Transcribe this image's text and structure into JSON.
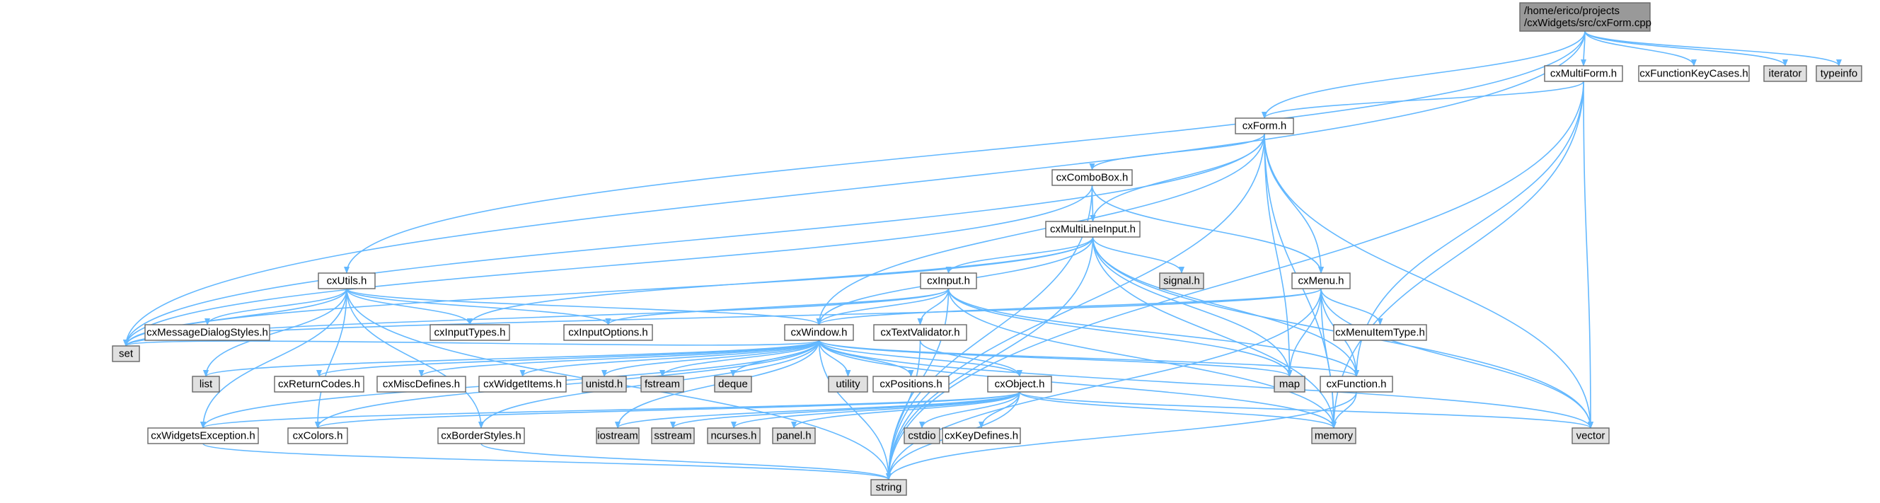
{
  "diagram": {
    "kind": "include-dependency-graph",
    "colors": {
      "root_fill": "#999999",
      "local_fill": "#ffffff",
      "system_fill": "#e0e0e0",
      "border": "#666666",
      "edge": "#63b8ff"
    },
    "nodes": [
      {
        "id": "cxForm.cpp",
        "lines": [
          "/home/erico/projects",
          "/cxWidgets/src/cxForm.cpp"
        ],
        "kind": "root"
      },
      {
        "id": "cxMultiForm.h",
        "lines": [
          "cxMultiForm.h"
        ],
        "kind": "local"
      },
      {
        "id": "cxFunctionKeyCases.h",
        "lines": [
          "cxFunctionKeyCases.h"
        ],
        "kind": "local"
      },
      {
        "id": "iterator",
        "lines": [
          "iterator"
        ],
        "kind": "system"
      },
      {
        "id": "typeinfo",
        "lines": [
          "typeinfo"
        ],
        "kind": "system"
      },
      {
        "id": "cxForm.h",
        "lines": [
          "cxForm.h"
        ],
        "kind": "local"
      },
      {
        "id": "cxComboBox.h",
        "lines": [
          "cxComboBox.h"
        ],
        "kind": "local"
      },
      {
        "id": "cxMultiLineInput.h",
        "lines": [
          "cxMultiLineInput.h"
        ],
        "kind": "local"
      },
      {
        "id": "signal.h",
        "lines": [
          "signal.h"
        ],
        "kind": "system"
      },
      {
        "id": "cxMenu.h",
        "lines": [
          "cxMenu.h"
        ],
        "kind": "local"
      },
      {
        "id": "cxUtils.h",
        "lines": [
          "cxUtils.h"
        ],
        "kind": "local"
      },
      {
        "id": "cxInput.h",
        "lines": [
          "cxInput.h"
        ],
        "kind": "local"
      },
      {
        "id": "cxMessageDialogStyles.h",
        "lines": [
          "cxMessageDialogStyles.h"
        ],
        "kind": "local"
      },
      {
        "id": "cxInputTypes.h",
        "lines": [
          "cxInputTypes.h"
        ],
        "kind": "local"
      },
      {
        "id": "cxInputOptions.h",
        "lines": [
          "cxInputOptions.h"
        ],
        "kind": "local"
      },
      {
        "id": "cxWindow.h",
        "lines": [
          "cxWindow.h"
        ],
        "kind": "local"
      },
      {
        "id": "cxTextValidator.h",
        "lines": [
          "cxTextValidator.h"
        ],
        "kind": "local"
      },
      {
        "id": "cxMenuItemType.h",
        "lines": [
          "cxMenuItemType.h"
        ],
        "kind": "local"
      },
      {
        "id": "set",
        "lines": [
          "set"
        ],
        "kind": "system"
      },
      {
        "id": "list",
        "lines": [
          "list"
        ],
        "kind": "system"
      },
      {
        "id": "cxReturnCodes.h",
        "lines": [
          "cxReturnCodes.h"
        ],
        "kind": "local"
      },
      {
        "id": "cxMiscDefines.h",
        "lines": [
          "cxMiscDefines.h"
        ],
        "kind": "local"
      },
      {
        "id": "cxWidgetItems.h",
        "lines": [
          "cxWidgetItems.h"
        ],
        "kind": "local"
      },
      {
        "id": "unistd.h",
        "lines": [
          "unistd.h"
        ],
        "kind": "system"
      },
      {
        "id": "fstream",
        "lines": [
          "fstream"
        ],
        "kind": "system"
      },
      {
        "id": "deque",
        "lines": [
          "deque"
        ],
        "kind": "system"
      },
      {
        "id": "utility",
        "lines": [
          "utility"
        ],
        "kind": "system"
      },
      {
        "id": "cxPositions.h",
        "lines": [
          "cxPositions.h"
        ],
        "kind": "local"
      },
      {
        "id": "cxObject.h",
        "lines": [
          "cxObject.h"
        ],
        "kind": "local"
      },
      {
        "id": "map",
        "lines": [
          "map"
        ],
        "kind": "system"
      },
      {
        "id": "cxFunction.h",
        "lines": [
          "cxFunction.h"
        ],
        "kind": "local"
      },
      {
        "id": "memory",
        "lines": [
          "memory"
        ],
        "kind": "system"
      },
      {
        "id": "vector",
        "lines": [
          "vector"
        ],
        "kind": "system"
      },
      {
        "id": "cxWidgetsException.h",
        "lines": [
          "cxWidgetsException.h"
        ],
        "kind": "local"
      },
      {
        "id": "cxColors.h",
        "lines": [
          "cxColors.h"
        ],
        "kind": "local"
      },
      {
        "id": "cxBorderStyles.h",
        "lines": [
          "cxBorderStyles.h"
        ],
        "kind": "local"
      },
      {
        "id": "iostream",
        "lines": [
          "iostream"
        ],
        "kind": "system"
      },
      {
        "id": "sstream",
        "lines": [
          "sstream"
        ],
        "kind": "system"
      },
      {
        "id": "ncurses.h",
        "lines": [
          "ncurses.h"
        ],
        "kind": "system"
      },
      {
        "id": "panel.h",
        "lines": [
          "panel.h"
        ],
        "kind": "system"
      },
      {
        "id": "cstdio",
        "lines": [
          "cstdio"
        ],
        "kind": "system"
      },
      {
        "id": "cxKeyDefines.h",
        "lines": [
          "cxKeyDefines.h"
        ],
        "kind": "local"
      },
      {
        "id": "string",
        "lines": [
          "string"
        ],
        "kind": "system"
      }
    ],
    "edges": [
      [
        "cxForm.cpp",
        "cxMultiForm.h"
      ],
      [
        "cxForm.cpp",
        "cxFunctionKeyCases.h"
      ],
      [
        "cxForm.cpp",
        "iterator"
      ],
      [
        "cxForm.cpp",
        "typeinfo"
      ],
      [
        "cxForm.cpp",
        "cxForm.h"
      ],
      [
        "cxForm.cpp",
        "cxUtils.h"
      ],
      [
        "cxForm.cpp",
        "set"
      ],
      [
        "cxMultiForm.h",
        "cxForm.h"
      ],
      [
        "cxMultiForm.h",
        "cxFunction.h"
      ],
      [
        "cxMultiForm.h",
        "memory"
      ],
      [
        "cxMultiForm.h",
        "vector"
      ],
      [
        "cxMultiForm.h",
        "string"
      ],
      [
        "cxForm.h",
        "cxComboBox.h"
      ],
      [
        "cxForm.h",
        "cxMultiLineInput.h"
      ],
      [
        "cxForm.h",
        "cxMenu.h"
      ],
      [
        "cxForm.h",
        "cxWindow.h"
      ],
      [
        "cxForm.h",
        "map"
      ],
      [
        "cxForm.h",
        "set"
      ],
      [
        "cxForm.h",
        "vector"
      ],
      [
        "cxForm.h",
        "memory"
      ],
      [
        "cxForm.h",
        "string"
      ],
      [
        "cxComboBox.h",
        "cxMultiLineInput.h"
      ],
      [
        "cxComboBox.h",
        "cxMenu.h"
      ],
      [
        "cxComboBox.h",
        "string"
      ],
      [
        "cxComboBox.h",
        "set"
      ],
      [
        "cxMultiLineInput.h",
        "cxInput.h"
      ],
      [
        "cxMultiLineInput.h",
        "cxWindow.h"
      ],
      [
        "cxMultiLineInput.h",
        "cxInputTypes.h"
      ],
      [
        "cxMultiLineInput.h",
        "signal.h"
      ],
      [
        "cxMultiLineInput.h",
        "cxFunction.h"
      ],
      [
        "cxMultiLineInput.h",
        "map"
      ],
      [
        "cxMultiLineInput.h",
        "memory"
      ],
      [
        "cxMultiLineInput.h",
        "vector"
      ],
      [
        "cxMultiLineInput.h",
        "set"
      ],
      [
        "cxMultiLineInput.h",
        "string"
      ],
      [
        "cxInput.h",
        "cxWindow.h"
      ],
      [
        "cxInput.h",
        "cxTextValidator.h"
      ],
      [
        "cxInput.h",
        "cxInputOptions.h"
      ],
      [
        "cxInput.h",
        "cxFunction.h"
      ],
      [
        "cxInput.h",
        "map"
      ],
      [
        "cxInput.h",
        "set"
      ],
      [
        "cxInput.h",
        "memory"
      ],
      [
        "cxInput.h",
        "string"
      ],
      [
        "cxMenu.h",
        "cxWindow.h"
      ],
      [
        "cxMenu.h",
        "cxMenuItemType.h"
      ],
      [
        "cxMenu.h",
        "cxFunction.h"
      ],
      [
        "cxMenu.h",
        "map"
      ],
      [
        "cxMenu.h",
        "vector"
      ],
      [
        "cxMenu.h",
        "set"
      ],
      [
        "cxMenu.h",
        "memory"
      ],
      [
        "cxMenu.h",
        "string"
      ],
      [
        "cxUtils.h",
        "cxMessageDialogStyles.h"
      ],
      [
        "cxUtils.h",
        "cxInputTypes.h"
      ],
      [
        "cxUtils.h",
        "cxInputOptions.h"
      ],
      [
        "cxUtils.h",
        "cxWindow.h"
      ],
      [
        "cxUtils.h",
        "set"
      ],
      [
        "cxUtils.h",
        "list"
      ],
      [
        "cxUtils.h",
        "cxWidgetsException.h"
      ],
      [
        "cxUtils.h",
        "cxColors.h"
      ],
      [
        "cxUtils.h",
        "cxBorderStyles.h"
      ],
      [
        "cxUtils.h",
        "string"
      ],
      [
        "cxTextValidator.h",
        "cxObject.h"
      ],
      [
        "cxTextValidator.h",
        "string"
      ],
      [
        "cxWindow.h",
        "set"
      ],
      [
        "cxWindow.h",
        "list"
      ],
      [
        "cxWindow.h",
        "cxReturnCodes.h"
      ],
      [
        "cxWindow.h",
        "cxMiscDefines.h"
      ],
      [
        "cxWindow.h",
        "cxWidgetItems.h"
      ],
      [
        "cxWindow.h",
        "unistd.h"
      ],
      [
        "cxWindow.h",
        "fstream"
      ],
      [
        "cxWindow.h",
        "deque"
      ],
      [
        "cxWindow.h",
        "utility"
      ],
      [
        "cxWindow.h",
        "cxPositions.h"
      ],
      [
        "cxWindow.h",
        "cxObject.h"
      ],
      [
        "cxWindow.h",
        "map"
      ],
      [
        "cxWindow.h",
        "cxFunction.h"
      ],
      [
        "cxWindow.h",
        "memory"
      ],
      [
        "cxWindow.h",
        "vector"
      ],
      [
        "cxWindow.h",
        "cxWidgetsException.h"
      ],
      [
        "cxWindow.h",
        "cxColors.h"
      ],
      [
        "cxWindow.h",
        "cxBorderStyles.h"
      ],
      [
        "cxWindow.h",
        "iostream"
      ],
      [
        "cxWindow.h",
        "string"
      ],
      [
        "cxObject.h",
        "cxWidgetsException.h"
      ],
      [
        "cxObject.h",
        "cxColors.h"
      ],
      [
        "cxObject.h",
        "iostream"
      ],
      [
        "cxObject.h",
        "sstream"
      ],
      [
        "cxObject.h",
        "ncurses.h"
      ],
      [
        "cxObject.h",
        "panel.h"
      ],
      [
        "cxObject.h",
        "cstdio"
      ],
      [
        "cxObject.h",
        "cxKeyDefines.h"
      ],
      [
        "cxObject.h",
        "vector"
      ],
      [
        "cxObject.h",
        "memory"
      ],
      [
        "cxObject.h",
        "string"
      ],
      [
        "cxFunction.h",
        "memory"
      ],
      [
        "cxFunction.h",
        "string"
      ],
      [
        "cxWidgetsException.h",
        "string"
      ],
      [
        "cxBorderStyles.h",
        "string"
      ]
    ]
  }
}
